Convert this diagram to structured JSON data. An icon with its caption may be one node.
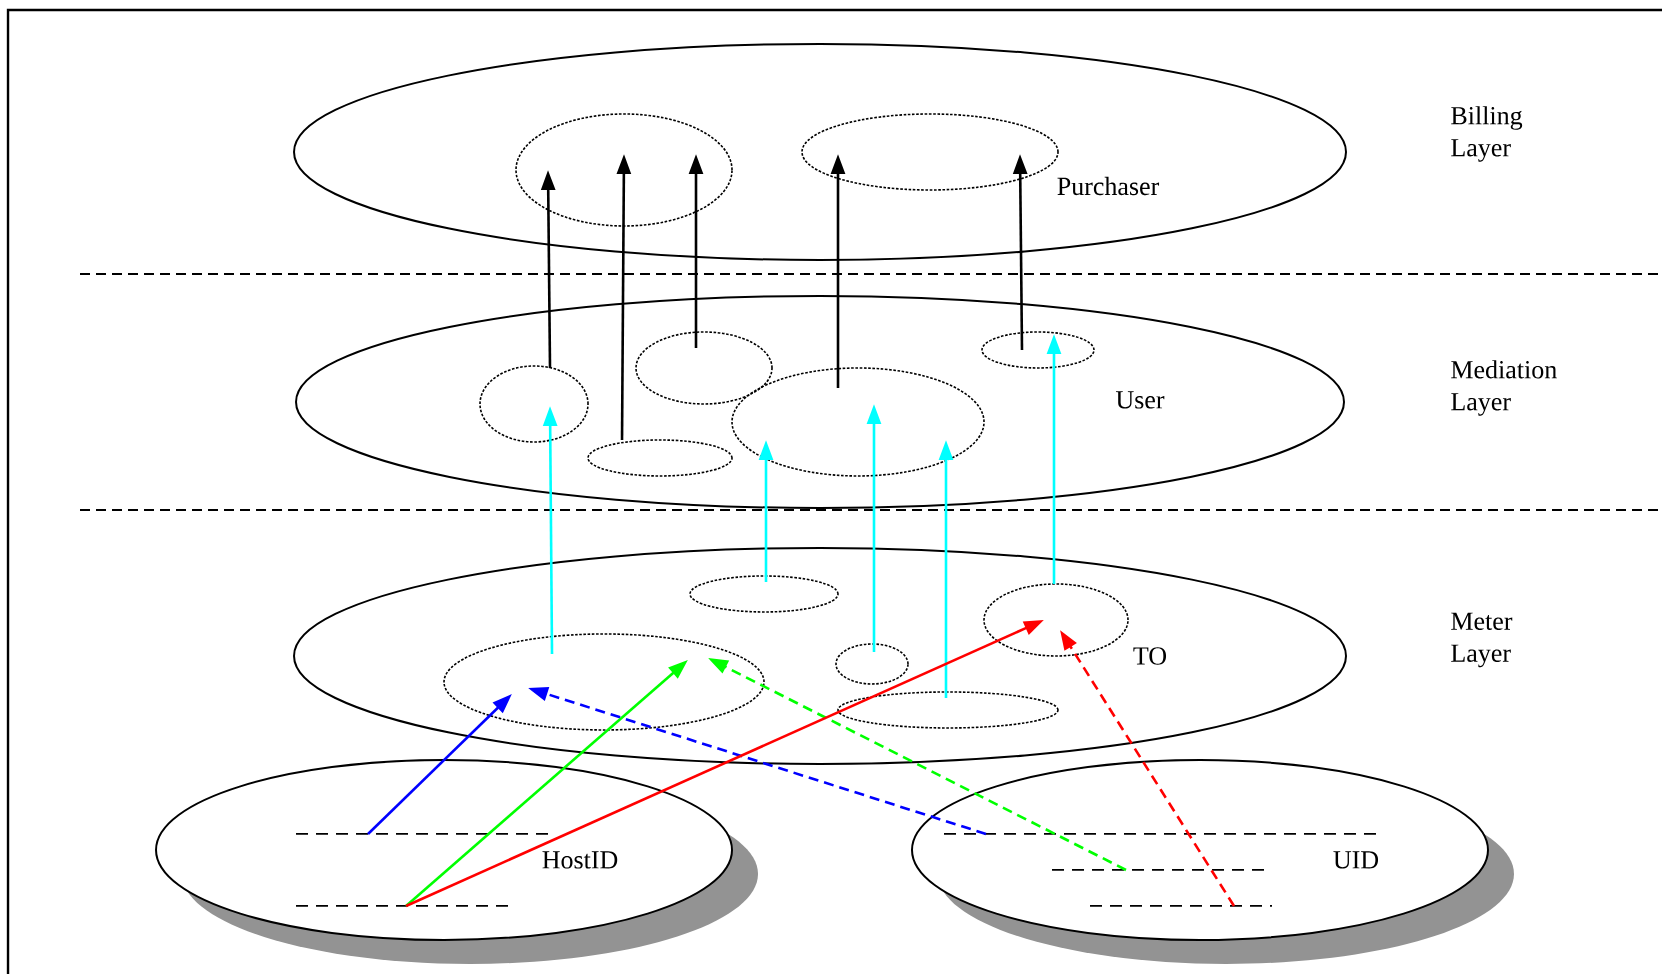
{
  "diagram": {
    "nodes": [
      {
        "text": [],
        "shape": "ellipse"
      },
      {
        "text": [],
        "shape": "ellipse",
        "in": 0
      },
      {
        "text": [],
        "shape": "ellipse",
        "in": 0,
        "beside": [
          "Purchaser"
        ]
      },
      {
        "text": [
          "User"
        ]
      },
      {
        "text": [],
        "shape": "ellipse",
        "in": 3
      },
      {
        "text": [],
        "shape": "ellipse",
        "in": 3
      },
      {
        "text": [],
        "shape": "ellipse",
        "in": 3
      },
      {
        "text": [],
        "shape": "ellipse",
        "in": 3
      },
      {
        "text": [],
        "shape": "ellipse",
        "in": 3
      },
      {
        "text": [],
        "shape": "ellipse"
      },
      {
        "text": [],
        "shape": "ellipse",
        "in": 9
      },
      {
        "text": [],
        "shape": "ellipse",
        "in": 9
      },
      {
        "text": [],
        "shape": "ellipse",
        "in": 9
      },
      {
        "text": [],
        "shape": "ellipse",
        "in": 9
      },
      {
        "text": [],
        "shape": "ellipse",
        "in": 9,
        "beside": [
          "TO"
        ]
      },
      {
        "text": [
          "HostID"
        ]
      },
      {
        "text": [
          "UID"
        ]
      }
    ],
    "edges": [
      {
        "from": 4,
        "to": 1,
        "arrow": "to"
      },
      {
        "from": 6,
        "to": 1,
        "arrow": "to"
      },
      {
        "from": 5,
        "to": 1,
        "arrow": "to"
      },
      {
        "from": 7,
        "to": 2,
        "arrow": "to"
      },
      {
        "from": 8,
        "to": 2,
        "arrow": "to"
      },
      {
        "from": 10,
        "to": 4,
        "arrow": "to",
        "color": "#00ffff"
      },
      {
        "from": 11,
        "to": 7,
        "arrow": "to",
        "color": "#00ffff"
      },
      {
        "from": 12,
        "to": 7,
        "arrow": "to",
        "color": "#00ffff"
      },
      {
        "from": 13,
        "to": 7,
        "arrow": "to",
        "color": "#00ffff"
      },
      {
        "from": 14,
        "to": 8,
        "arrow": "to",
        "color": "#00ffff"
      },
      {
        "from": 15,
        "to": 10,
        "arrow": "to",
        "color": "#0000ff"
      },
      {
        "from": 16,
        "to": 10,
        "arrow": "to",
        "style": "dashed",
        "color": "#0000ff"
      },
      {
        "from": 15,
        "to": 10,
        "arrow": "to",
        "color": "#00ff00"
      },
      {
        "from": 16,
        "to": 10,
        "arrow": "to",
        "style": "dashed",
        "color": "#00ff00"
      },
      {
        "from": 15,
        "to": 14,
        "arrow": "to",
        "color": "#ff0000"
      },
      {
        "from": 16,
        "to": 14,
        "arrow": "to",
        "style": "dashed",
        "color": "#ff0000"
      }
    ],
    "labels": [
      "Billing Layer",
      "Mediation Layer",
      "Meter Layer"
    ]
  }
}
